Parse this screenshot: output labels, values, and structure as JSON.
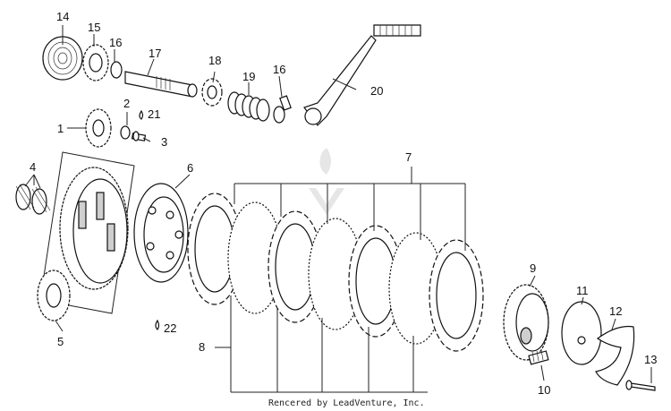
{
  "diagram": {
    "part_numbers": [
      "1",
      "2",
      "3",
      "4",
      "5",
      "6",
      "7",
      "8",
      "9",
      "10",
      "11",
      "12",
      "13",
      "14",
      "15",
      "16",
      "16",
      "17",
      "18",
      "19",
      "20",
      "21",
      "22"
    ],
    "credit": "Rencered by LeadVenture, Inc."
  }
}
